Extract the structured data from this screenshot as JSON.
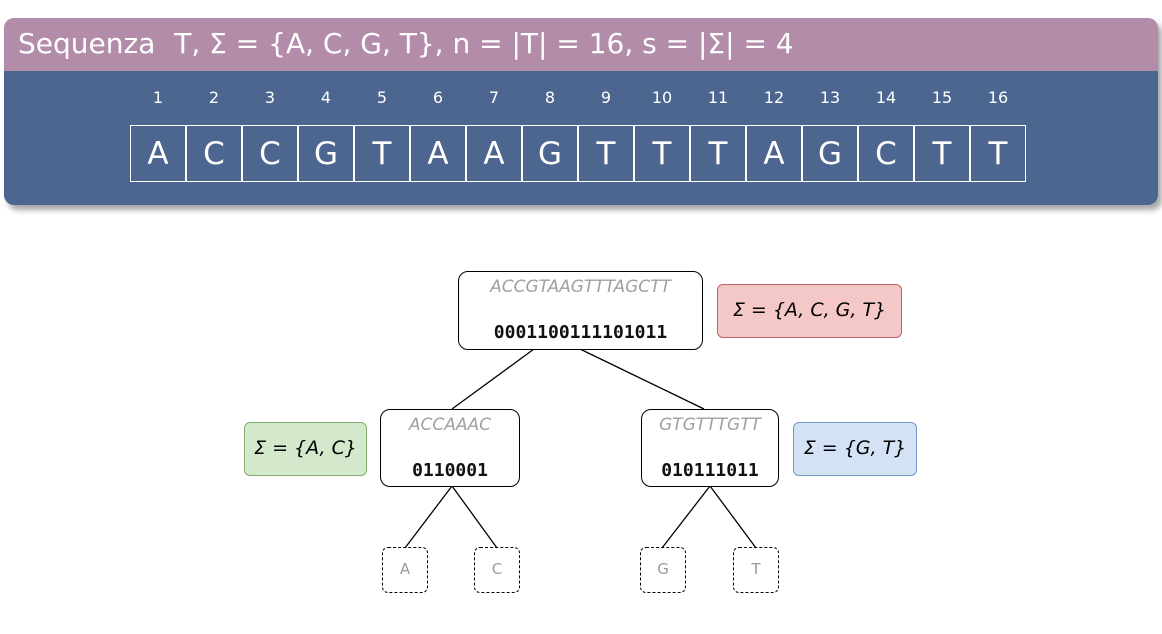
{
  "header": {
    "title_word": "Sequenza",
    "title_math": "T,   Σ = {A, C, G, T}, n = |T| = 16, s = |Σ| = 4"
  },
  "sequence": {
    "indices": [
      "1",
      "2",
      "3",
      "4",
      "5",
      "6",
      "7",
      "8",
      "9",
      "10",
      "11",
      "12",
      "13",
      "14",
      "15",
      "16"
    ],
    "chars": [
      "A",
      "C",
      "C",
      "G",
      "T",
      "A",
      "A",
      "G",
      "T",
      "T",
      "T",
      "A",
      "G",
      "C",
      "T",
      "T"
    ]
  },
  "tree": {
    "root": {
      "seq": "ACCGTAAGTTTAGCTT",
      "bits": "0001100111101011",
      "alphabet": "Σ = {A, C, G, T}"
    },
    "left": {
      "seq": "ACCAAAC",
      "bits": "0110001",
      "alphabet": "Σ = {A, C}"
    },
    "right": {
      "seq": "GTGTTTGTT",
      "bits": "010111011",
      "alphabet": "Σ = {G, T}"
    },
    "leaves": [
      "A",
      "C",
      "G",
      "T"
    ]
  },
  "colors": {
    "title_bar": "#b38ca9",
    "body": "#4c6690",
    "red_box": "#f5c8c8",
    "green_box": "#d4e8cc",
    "blue_box": "#d4e2f5"
  }
}
